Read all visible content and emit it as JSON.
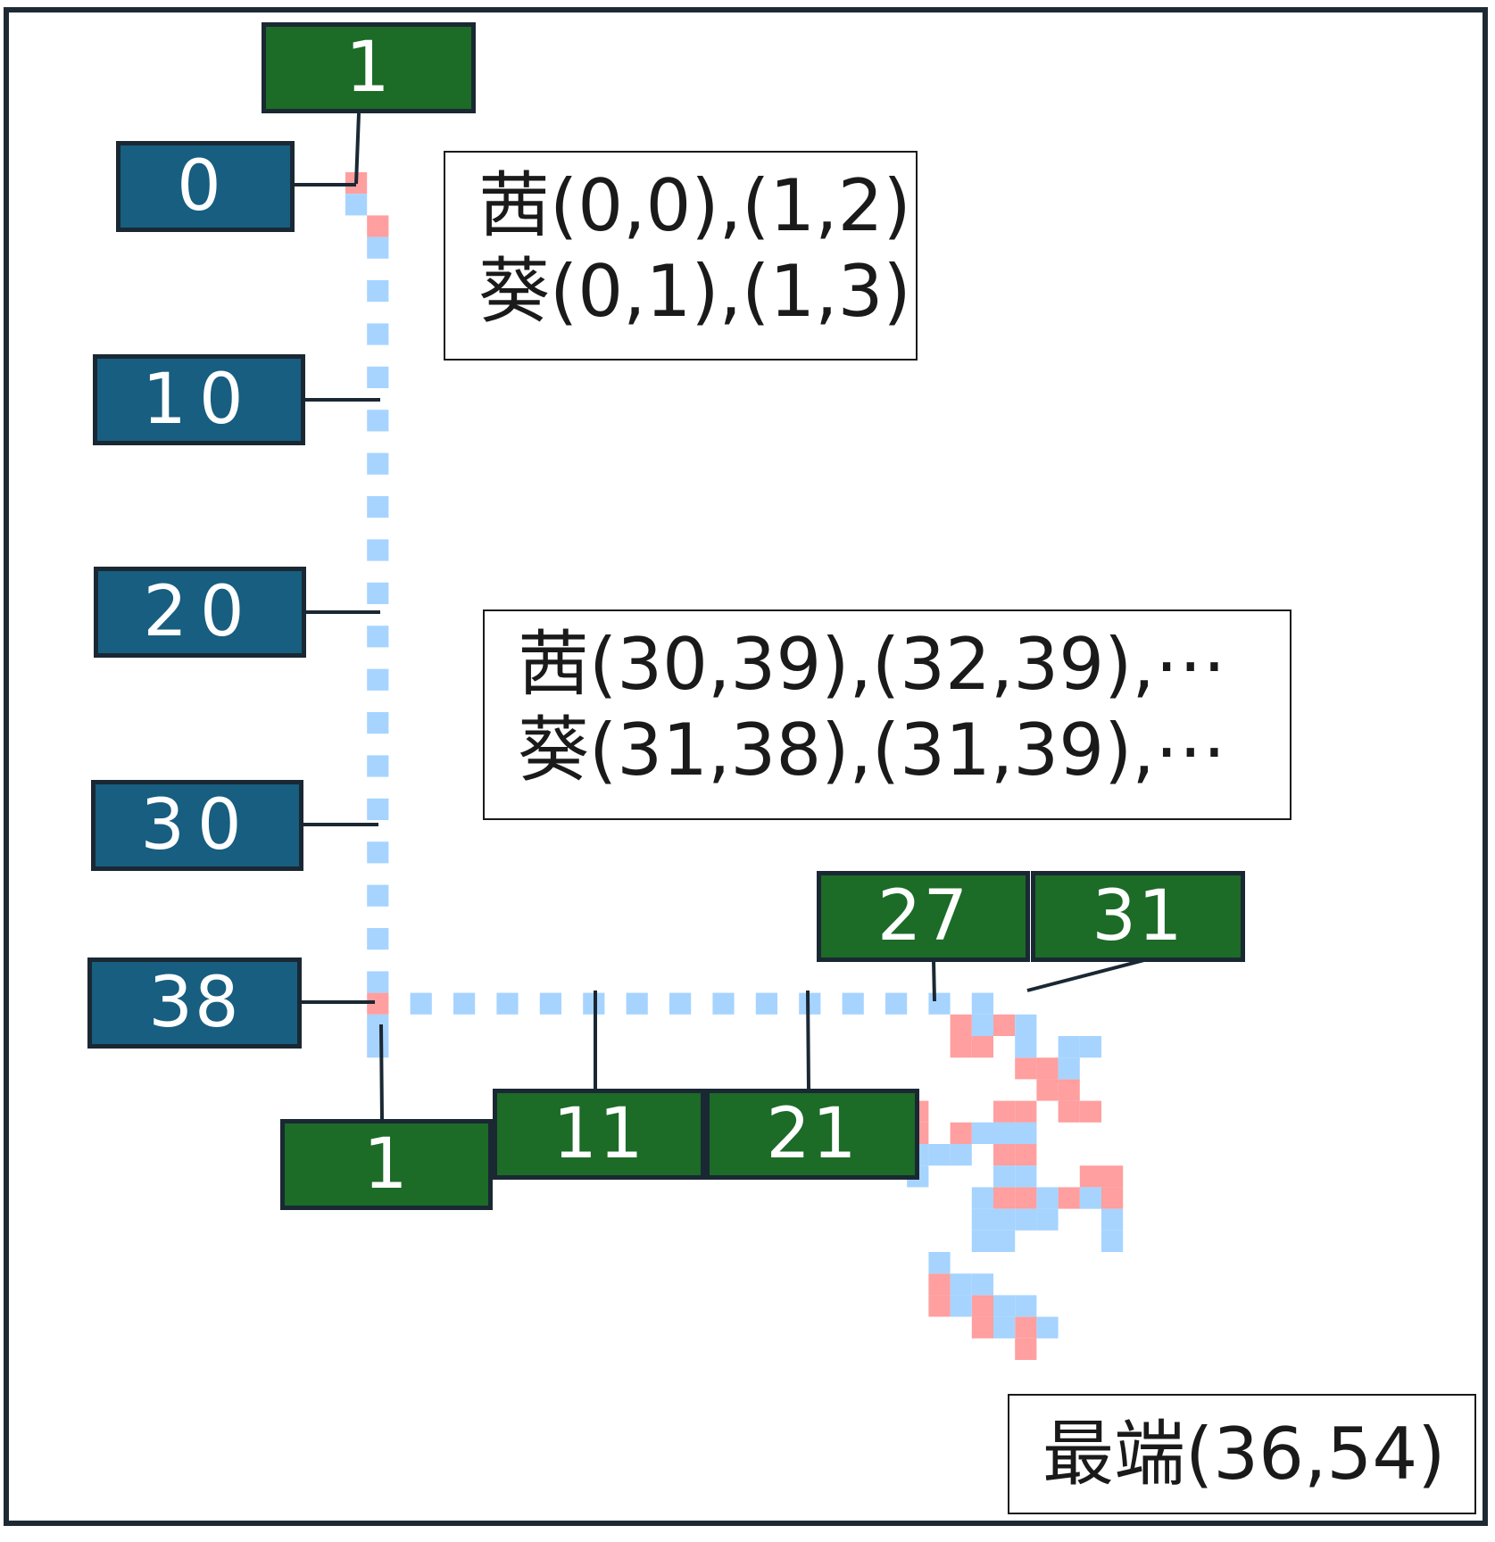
{
  "colors": {
    "akane": "#ff9f9f",
    "aoi": "#a6d4ff",
    "row_label_bg": "#175e80",
    "col_label_bg": "#1c6b27",
    "leader": "#1a2833"
  },
  "row_labels": [
    "0",
    "10",
    "20",
    "30",
    "38"
  ],
  "col_labels": [
    "1",
    "1",
    "11",
    "21",
    "27",
    "31"
  ],
  "notes": {
    "start": {
      "line1": "茜(0,0),(1,2)",
      "line2": "葵(0,1),(1,3)"
    },
    "middle": {
      "line1": "茜(30,39),(32,39),⋯",
      "line2": "葵(31,38),(31,39),⋯"
    },
    "end": {
      "line1": "最端(36,54)"
    }
  },
  "blue_trail_rows": [
    2,
    4,
    6,
    8,
    10,
    12,
    14,
    16,
    18,
    20,
    22,
    24,
    26,
    28,
    30,
    32,
    34,
    36,
    38,
    39
  ],
  "blue_trail_cols": [
    3,
    5,
    7,
    9,
    11,
    13,
    15,
    17,
    19,
    21,
    23,
    25,
    27
  ]
}
